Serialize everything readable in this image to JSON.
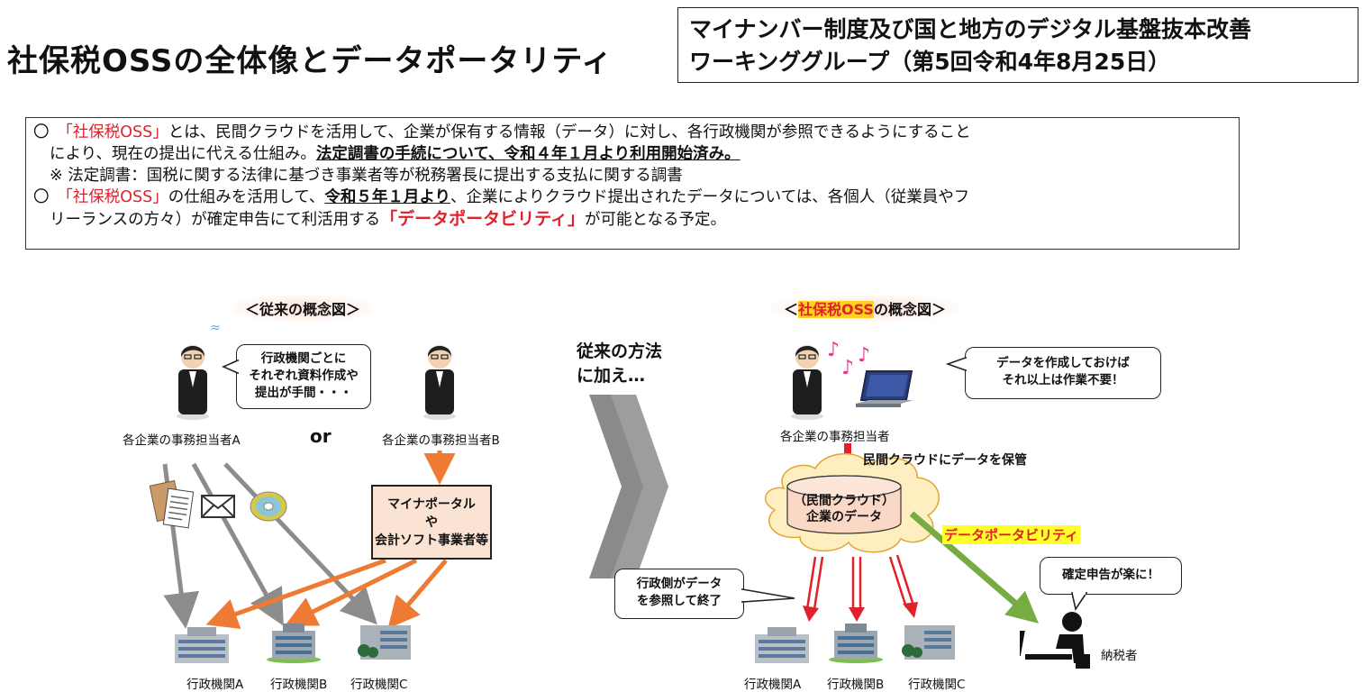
{
  "header": {
    "title": "社保税OSSの全体像とデータポータリティ",
    "wg_line1": "マイナンバー制度及び国と地方のデジタル基盤抜本改善",
    "wg_line2": "ワーキンググループ（第5回令和4年8月25日）"
  },
  "summary": {
    "p1_mark": "〇",
    "p1_red": "「社保税OSS」",
    "p1_text_a": "とは、民間クラウドを活用して、企業が保有する情報（データ）に対し、各行政機関が参照できるようにすること",
    "p1_text_b": "により、現在の提出に代える仕組み。",
    "p1_emph": "法定調書の手続について、令和４年１月より利用開始済み。",
    "p1_note": "※ 法定調書：国税に関する法律に基づき事業者等が税務署長に提出する支払に関する調書",
    "p2_mark": "〇",
    "p2_red": "「社保税OSS」",
    "p2_text_a": "の仕組みを活用して、",
    "p2_emph": "令和５年１月より",
    "p2_text_b": "、企業によりクラウド提出されたデータについては、各個人（従業員やフ",
    "p2_text_c": "リーランスの方々）が確定申告にて利活用する",
    "p2_red_emph": "「データポータビリティ」",
    "p2_text_d": "が可能となる予定。"
  },
  "left": {
    "heading": "＜従来の概念図＞",
    "bubble_l1": "行政機関ごとに",
    "bubble_l2": "それぞれ資料作成や",
    "bubble_l3": "提出が手間・・・",
    "staff_a": "各企業の事務担当者A",
    "or": "or",
    "staff_b": "各企業の事務担当者B",
    "portal_l1": "マイナポータル",
    "portal_l2": "や",
    "portal_l3": "会計ソフト事業者等",
    "agency_a": "行政機関A",
    "agency_b": "行政機関B",
    "agency_c": "行政機関C"
  },
  "middle": {
    "line1": "従来の方法",
    "line2": "に加え…"
  },
  "right": {
    "heading_pre": "＜",
    "heading_hl": "社保税OSS",
    "heading_post": "の概念図＞",
    "bubble_l1": "データを作成しておけば",
    "bubble_l2": "それ以上は作業不要！",
    "staff": "各企業の事務担当者",
    "store_label": "民間クラウドにデータを保管",
    "cloud_l1": "（民間クラウド）",
    "cloud_l2": "企業のデータ",
    "portability": "データポータビリティ",
    "ref_l1": "行政側がデータ",
    "ref_l2": "を参照して終了",
    "tax_bubble": "確定申告が楽に！",
    "taxpayer": "納税者",
    "agency_a": "行政機関A",
    "agency_b": "行政機関B",
    "agency_c": "行政機関C"
  },
  "colors": {
    "orange": "#ee7a33",
    "gray_arrow": "#8c8c8c",
    "red": "#e0202a",
    "green": "#77ac43",
    "highlight": "#ffd21f"
  }
}
